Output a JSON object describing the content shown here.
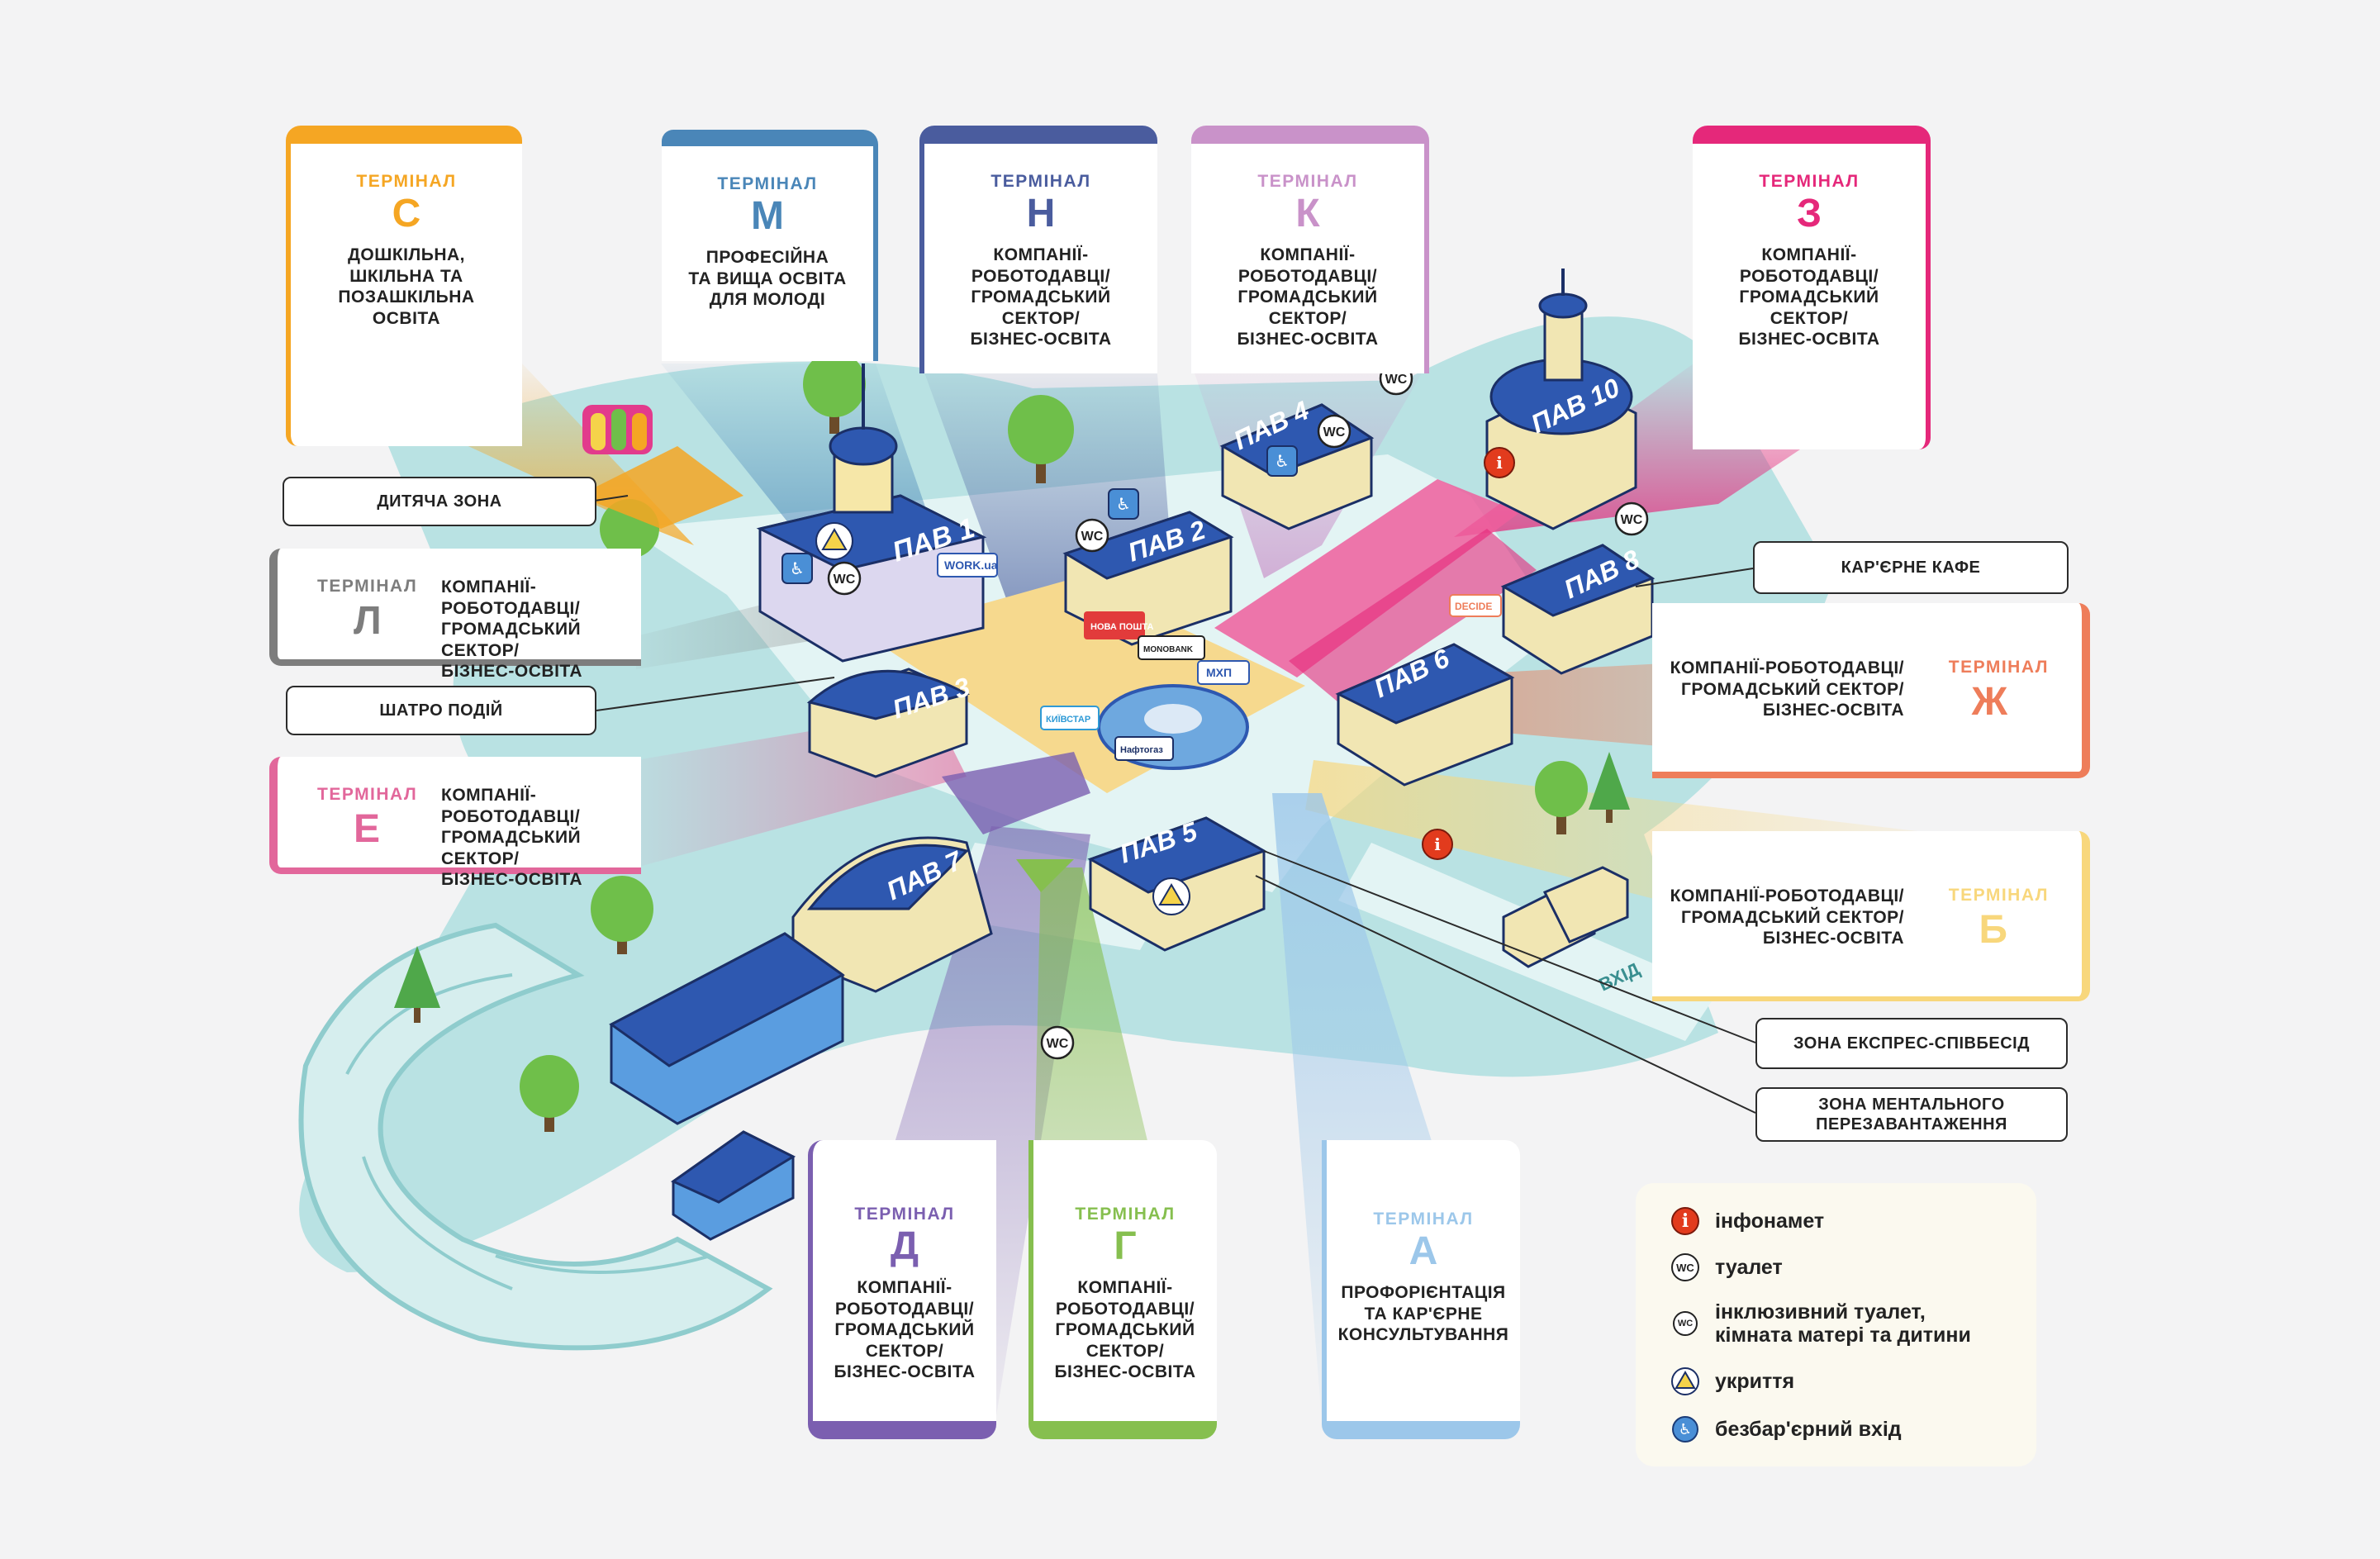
{
  "terminals_top": [
    {
      "id": "C",
      "word": "ТЕРМІНАЛ",
      "letter": "С",
      "desc": [
        "ДОШКІЛЬНА,",
        "ШКІЛЬНА ТА",
        "ПОЗАШКІЛЬНА",
        "ОСВІТА"
      ],
      "color": "#f5a623"
    },
    {
      "id": "M",
      "word": "ТЕРМІНАЛ",
      "letter": "М",
      "desc": [
        "ПРОФЕСІЙНА",
        "ТА ВИЩА ОСВІТА",
        "ДЛЯ МОЛОДІ"
      ],
      "color": "#4a86b8"
    },
    {
      "id": "H",
      "word": "ТЕРМІНАЛ",
      "letter": "Н",
      "desc": [
        "КОМПАНІЇ-",
        "РОБОТОДАВЦІ/",
        "ГРОМАДСЬКИЙ",
        "СЕКТОР/",
        "БІЗНЕС-ОСВІТА"
      ],
      "color": "#4a5c9e"
    },
    {
      "id": "K",
      "word": "ТЕРМІНАЛ",
      "letter": "К",
      "desc": [
        "КОМПАНІЇ-",
        "РОБОТОДАВЦІ/",
        "ГРОМАДСЬКИЙ",
        "СЕКТОР/",
        "БІЗНЕС-ОСВІТА"
      ],
      "color": "#c992c9"
    },
    {
      "id": "Z",
      "word": "ТЕРМІНАЛ",
      "letter": "З",
      "desc": [
        "КОМПАНІЇ-",
        "РОБОТОДАВЦІ/",
        "ГРОМАДСЬКИЙ",
        "СЕКТОР/",
        "БІЗНЕС-ОСВІТА"
      ],
      "color": "#e5287a"
    }
  ],
  "terminals_side": [
    {
      "id": "L",
      "word": "ТЕРМІНАЛ",
      "letter": "Л",
      "desc": [
        "КОМПАНІЇ-РОБОТОДАВЦІ/",
        "ГРОМАДСЬКИЙ СЕКТОР/",
        "БІЗНЕС-ОСВІТА"
      ],
      "color": "#7d7d7d"
    },
    {
      "id": "E",
      "word": "ТЕРМІНАЛ",
      "letter": "Е",
      "desc": [
        "КОМПАНІЇ-РОБОТОДАВЦІ/",
        "ГРОМАДСЬКИЙ СЕКТОР/",
        "БІЗНЕС-ОСВІТА"
      ],
      "color": "#e2679b"
    },
    {
      "id": "ZH",
      "word": "ТЕРМІНАЛ",
      "letter": "Ж",
      "desc": [
        "КОМПАНІЇ-РОБОТОДАВЦІ/",
        "ГРОМАДСЬКИЙ СЕКТОР/",
        "БІЗНЕС-ОСВІТА"
      ],
      "color": "#ee7d5a"
    },
    {
      "id": "B",
      "word": "ТЕРМІНАЛ",
      "letter": "Б",
      "desc": [
        "КОМПАНІЇ-РОБОТОДАВЦІ/",
        "ГРОМАДСЬКИЙ СЕКТОР/",
        "БІЗНЕС-ОСВІТА"
      ],
      "color": "#f8d77c"
    }
  ],
  "terminals_bottom": [
    {
      "id": "D",
      "word": "ТЕРМІНАЛ",
      "letter": "Д",
      "desc": [
        "КОМПАНІЇ-",
        "РОБОТОДАВЦІ/",
        "ГРОМАДСЬКИЙ",
        "СЕКТОР/",
        "БІЗНЕС-ОСВІТА"
      ],
      "color": "#7b5fb0"
    },
    {
      "id": "G",
      "word": "ТЕРМІНАЛ",
      "letter": "Г",
      "desc": [
        "КОМПАНІЇ-",
        "РОБОТОДАВЦІ/",
        "ГРОМАДСЬКИЙ",
        "СЕКТОР/",
        "БІЗНЕС-ОСВІТА"
      ],
      "color": "#86bf4f"
    },
    {
      "id": "A",
      "word": "ТЕРМІНАЛ",
      "letter": "А",
      "desc": [
        "ПРОФОРІЄНТАЦІЯ",
        "ТА КАР'ЄРНЕ",
        "КОНСУЛЬТУВАННЯ"
      ],
      "color": "#9cc7ea"
    }
  ],
  "zone_labels": {
    "kids": "ДИТЯЧА ЗОНА",
    "events": "ШАТРО ПОДІЙ",
    "cafe": "КАР'ЄРНЕ КАФЕ",
    "express": "ЗОНА ЕКСПРЕС-СПІВБЕСІД",
    "mental": [
      "ЗОНА МЕНТАЛЬНОГО",
      "ПЕРЕЗАВАНТАЖЕННЯ"
    ]
  },
  "pavilions": [
    "ПАВ 1",
    "ПАВ 2",
    "ПАВ 3",
    "ПАВ 4",
    "ПАВ 5",
    "ПАВ 6",
    "ПАВ 7",
    "ПАВ 8",
    "ПАВ 10"
  ],
  "entrance": "ВХІД",
  "map_icons": {
    "wc": "WC",
    "info": "i"
  },
  "sponsors": [
    "WORK.ua",
    "НОВА ПОШТА",
    "MONOBANK",
    "MXП",
    "КИЇВСТАР",
    "Нафтогаз",
    "DECIDE"
  ],
  "legend": {
    "items": [
      {
        "icon": "info-icon",
        "label": "інфонамет"
      },
      {
        "icon": "wc-icon",
        "label": "туалет"
      },
      {
        "icon": "inclusive-wc-icon",
        "label": "інклюзивний туалет,\nкімната матері та дитини"
      },
      {
        "icon": "shelter-icon",
        "label": "укриття"
      },
      {
        "icon": "accessible-entrance-icon",
        "label": "безбар'єрний вхід"
      }
    ]
  },
  "colors": {
    "background": "#f3f3f4",
    "ground": "#b9e2e3",
    "road": "#e3f4f4",
    "center_square": "#f6d98e",
    "pavilion_roof": "#2e58b0"
  }
}
